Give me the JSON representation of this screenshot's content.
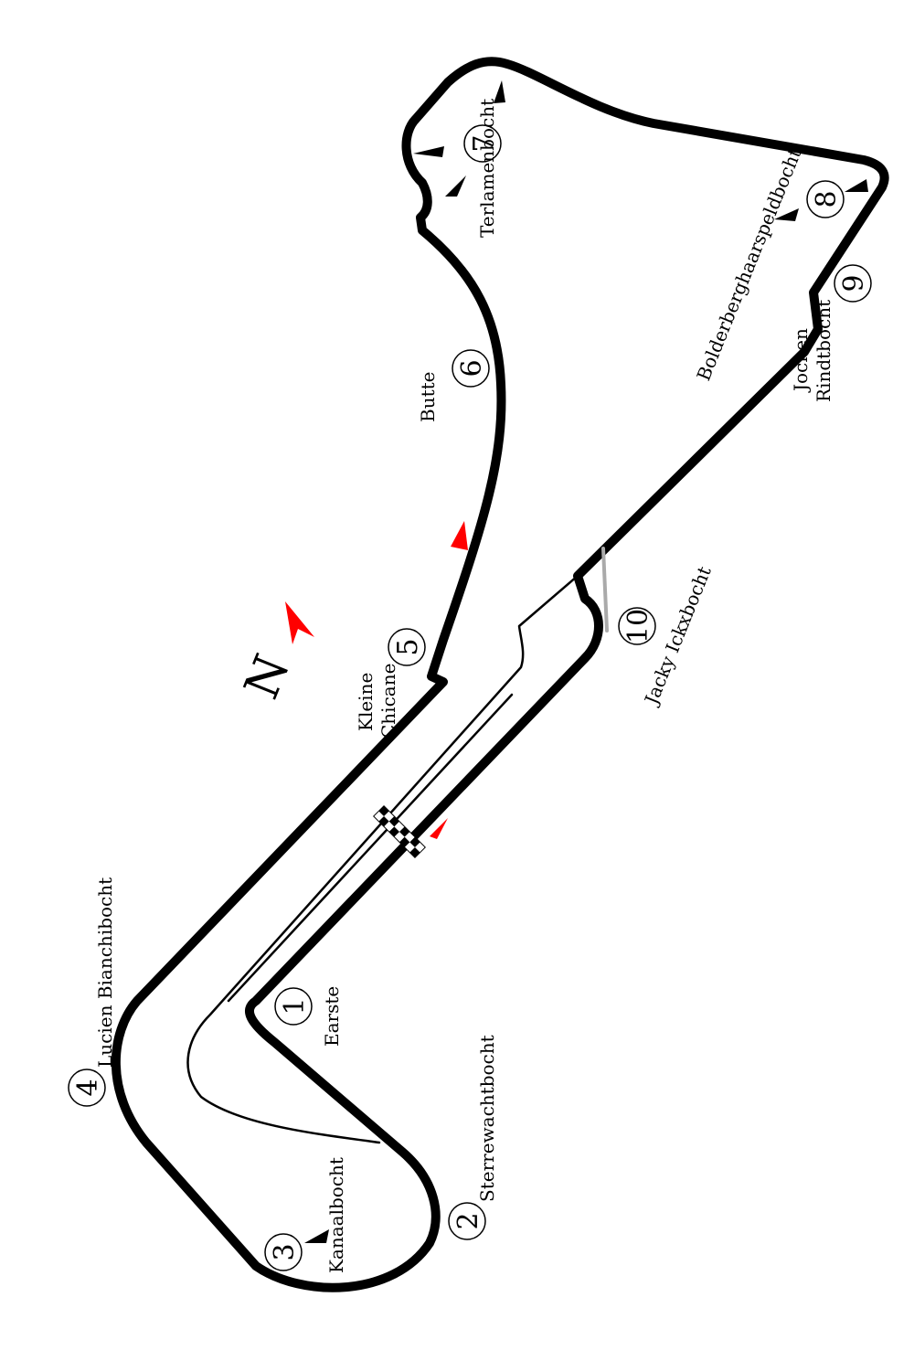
{
  "circuit": {
    "north_label": "N",
    "colors": {
      "track": "#000000",
      "pit_lane": "#aaaaaa",
      "direction_marker": "#ff0000",
      "background": "#ffffff"
    },
    "corners": [
      {
        "number": "1",
        "name": "Earste"
      },
      {
        "number": "2",
        "name": "Sterrewachtbocht"
      },
      {
        "number": "3",
        "name": "Kanaalbocht"
      },
      {
        "number": "4",
        "name": "Lucien Bianchibocht"
      },
      {
        "number": "5",
        "name_line1": "Kleine",
        "name_line2": "Chicane"
      },
      {
        "number": "6",
        "name": "Butte"
      },
      {
        "number": "7",
        "name": "Terlamenbocht"
      },
      {
        "number": "8",
        "name": "Bolderberghaarspeldbocht"
      },
      {
        "number": "9",
        "name_line1": "Jochen",
        "name_line2": "Rindtbocht"
      },
      {
        "number": "10",
        "name": "Jacky Ickxbocht"
      }
    ]
  }
}
